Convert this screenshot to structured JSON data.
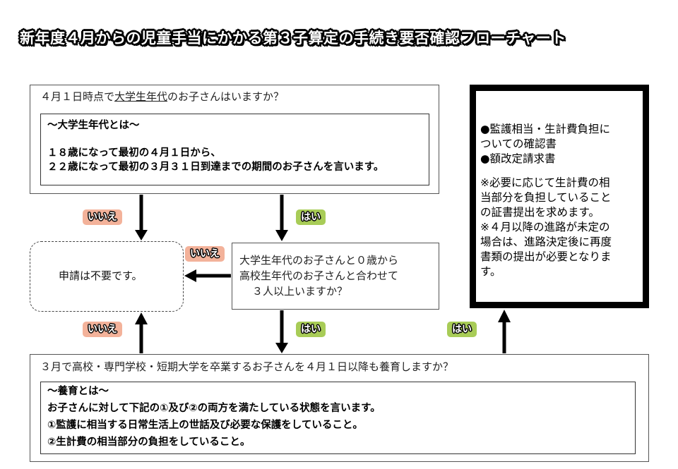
{
  "title": "新年度４月からの児童手当にかかる第３子算定の手続き要否確認フローチャート",
  "q1": {
    "text_before": "４月１日時点で",
    "text_underlined": "大学生年代",
    "text_after": "のお子さんはいますか？",
    "note_heading": "～大学生年代とは～",
    "note_line1": "１８歳になって最初の４月１日から、",
    "note_line2": "２２歳になって最初の３月３１日到達までの期間のお子さんを言います。"
  },
  "q2": {
    "line1": "大学生年代のお子さんと０歳から",
    "line2": "高校生年代のお子さんと合わせて",
    "line3": "３人以上いますか？"
  },
  "q3": {
    "text": "３月で高校・専門学校・短期大学を卒業するお子さんを４月１日以降も養育しますか？",
    "note_heading": "～養育とは～",
    "note_line1": "お子さんに対して下記の①及び②の両方を満たしている状態を言います。",
    "note_line2": "①監護に相当する日常生活上の世話及び必要な保護をしていること。",
    "note_line3": "②生計費の相当部分の負担をしていること。"
  },
  "result_no": "申請は不要です。",
  "result_docs": {
    "doc1_line1": "●監護相当・生計費負担に",
    "doc1_line2": "ついての確認書",
    "doc2": "●額改定請求書",
    "note1_line1": "※必要に応じて生計費の相",
    "note1_line2": "当部分を負担していること",
    "note1_line3": "の証書提出を求めます。",
    "note2_line1": "※４月以降の進路が未定の",
    "note2_line2": "場合は、進路決定後に再度",
    "note2_line3": "書類の提出が必要となりま",
    "note2_line4": "す。"
  },
  "labels": {
    "no": "いいえ",
    "yes": "はい"
  },
  "colors": {
    "no_badge": "#f3b29a",
    "yes_badge": "#a8cc57"
  }
}
